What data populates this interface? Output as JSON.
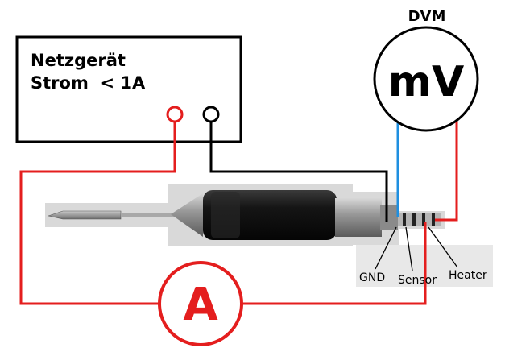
{
  "power_supply": {
    "line1": "Netzgerät",
    "line2": "Strom  < 1A"
  },
  "voltmeter": {
    "title": "DVM",
    "unit": "mV"
  },
  "ammeter": {
    "label": "A"
  },
  "contacts": {
    "gnd": "GND",
    "sensor": "Sensor",
    "heater": "Heater"
  },
  "colors": {
    "wire_red": "#e41e1e",
    "wire_black": "#000000",
    "wire_blue": "#1f8fe0",
    "outline": "#000000"
  }
}
